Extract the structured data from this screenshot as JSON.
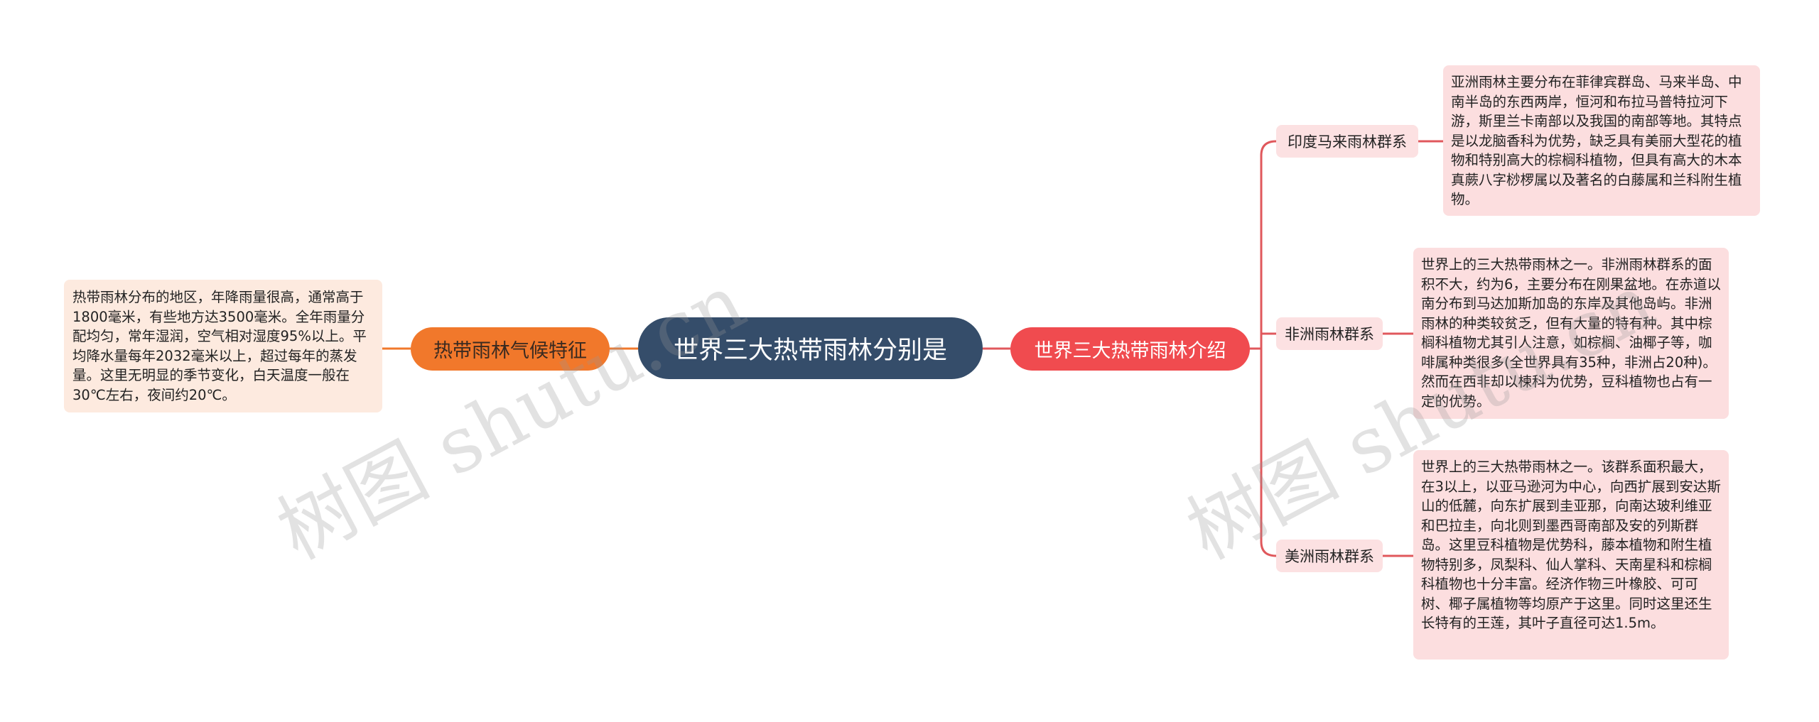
{
  "watermark": "树图 shutu.cn",
  "colors": {
    "center": "#354d6a",
    "left_branch": "#f1782b",
    "right_branch": "#f04b4f",
    "connector_left": "#f1782b",
    "connector_right": "#e0585c"
  },
  "center": {
    "label": "世界三大热带雨林分别是"
  },
  "left_branch": {
    "label": "热带雨林气候特征",
    "detail": "热带雨林分布的地区，年降雨量很高，通常高于1800毫米，有些地方达3500毫米。全年雨量分配均匀，常年湿润，空气相对湿度95%以上。平均降水量每年2032毫米以上，超过每年的蒸发量。这里无明显的季节变化，白天温度一般在30℃左右，夜间约20℃。"
  },
  "right_branch": {
    "label": "世界三大热带雨林介绍",
    "children": [
      {
        "label": "印度马来雨林群系",
        "detail": "亚洲雨林主要分布在菲律宾群岛、马来半岛、中南半岛的东西两岸，恒河和布拉马普特拉河下游，斯里兰卡南部以及我国的南部等地。其特点是以龙脑香科为优势，缺乏具有美丽大型花的植物和特别高大的棕榈科植物，但具有高大的木本真蕨八字桫椤属以及著名的白藤属和兰科附生植物。"
      },
      {
        "label": "非洲雨林群系",
        "detail": "世界上的三大热带雨林之一。非洲雨林群系的面积不大，约为6，主要分布在刚果盆地。在赤道以南分布到马达加斯加岛的东岸及其他岛屿。非洲雨林的种类较贫乏，但有大量的特有种。其中棕榈科植物尤其引人注意，如棕榈、油椰子等，咖啡属种类很多(全世界具有35种，非洲占20种)。然而在西非却以楝科为优势，豆科植物也占有一定的优势。"
      },
      {
        "label": "美洲雨林群系",
        "detail": "世界上的三大热带雨林之一。该群系面积最大，在3以上，以亚马逊河为中心，向西扩展到安达斯山的低麓，向东扩展到圭亚那，向南达玻利维亚和巴拉圭，向北则到墨西哥南部及安的列斯群岛。这里豆科植物是优势科，藤本植物和附生植物特别多，凤梨科、仙人掌科、天南星科和棕榈科植物也十分丰富。经济作物三叶橡胶、可可树、椰子属植物等均原产于这里。同时这里还生长特有的王莲，其叶子直径可达1.5m。"
      }
    ]
  }
}
